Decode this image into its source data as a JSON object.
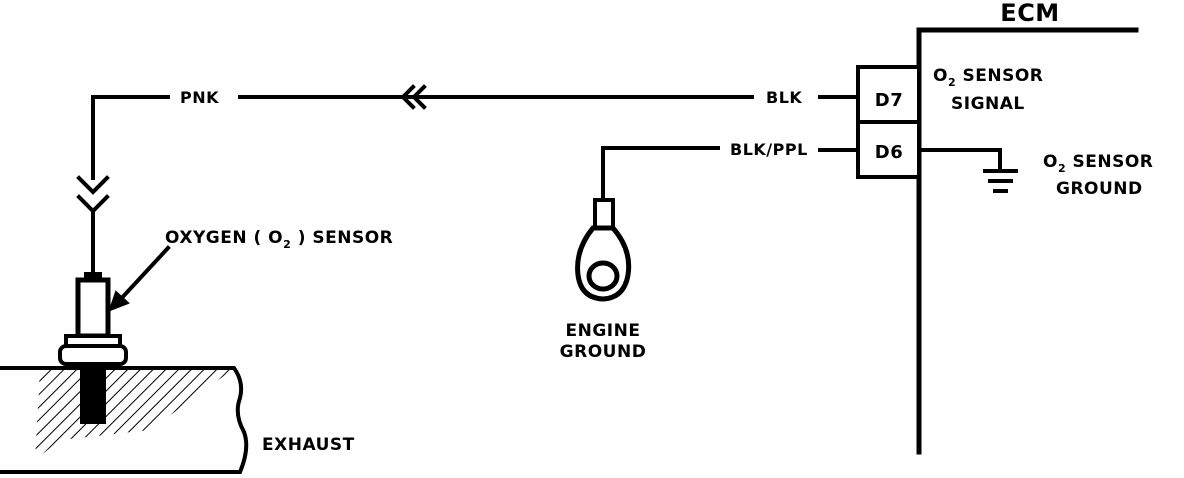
{
  "ecm": {
    "title": "ECM",
    "pins": [
      {
        "id": "D7",
        "label": "D7",
        "wire": "BLK",
        "function_line1": "O",
        "function_sub": "2",
        "function_line1_rest": " SENSOR",
        "function_line2": "SIGNAL"
      },
      {
        "id": "D6",
        "label": "D6",
        "wire": "BLK/PPL",
        "function_line1": "O",
        "function_sub": "2",
        "function_line1_rest": " SENSOR",
        "function_line2": "GROUND"
      }
    ]
  },
  "wires": {
    "signal_far": "PNK"
  },
  "sensor": {
    "label_pre": "OXYGEN ( O",
    "label_sub": "2",
    "label_post": " ) SENSOR"
  },
  "engine_ground": {
    "line1": "ENGINE",
    "line2": "GROUND"
  },
  "exhaust": {
    "label": "EXHAUST"
  },
  "colors": {
    "ink": "#000000",
    "background": "#ffffff"
  }
}
